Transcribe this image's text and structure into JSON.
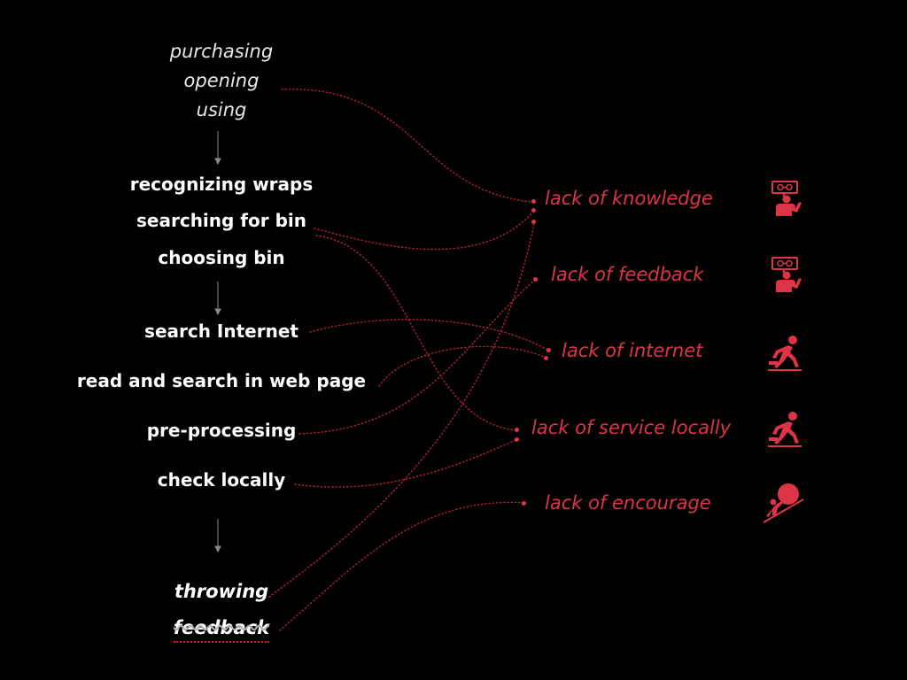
{
  "phases": {
    "intro": [
      "purchasing",
      "opening",
      "using"
    ],
    "sorting": [
      "recognizing wraps",
      "searching for bin",
      "choosing bin"
    ],
    "research": [
      "search Internet",
      "read and search in web page",
      "pre-processing",
      "check locally"
    ],
    "final": [
      "throwing",
      "feedback"
    ]
  },
  "problems": [
    {
      "label": "lack of knowledge",
      "icon": "confused-person-icon"
    },
    {
      "label": "lack of feedback",
      "icon": "confused-person-icon"
    },
    {
      "label": "lack of internet",
      "icon": "obstacle-person-icon"
    },
    {
      "label": "lack of service locally",
      "icon": "obstacle-person-icon"
    },
    {
      "label": "lack of encourage",
      "icon": "boulder-push-icon"
    }
  ],
  "colors": {
    "background": "#000000",
    "step_text": "#ffffff",
    "problem_text": "#dd3545",
    "connector": "#b8222e",
    "arrow": "#888888"
  }
}
